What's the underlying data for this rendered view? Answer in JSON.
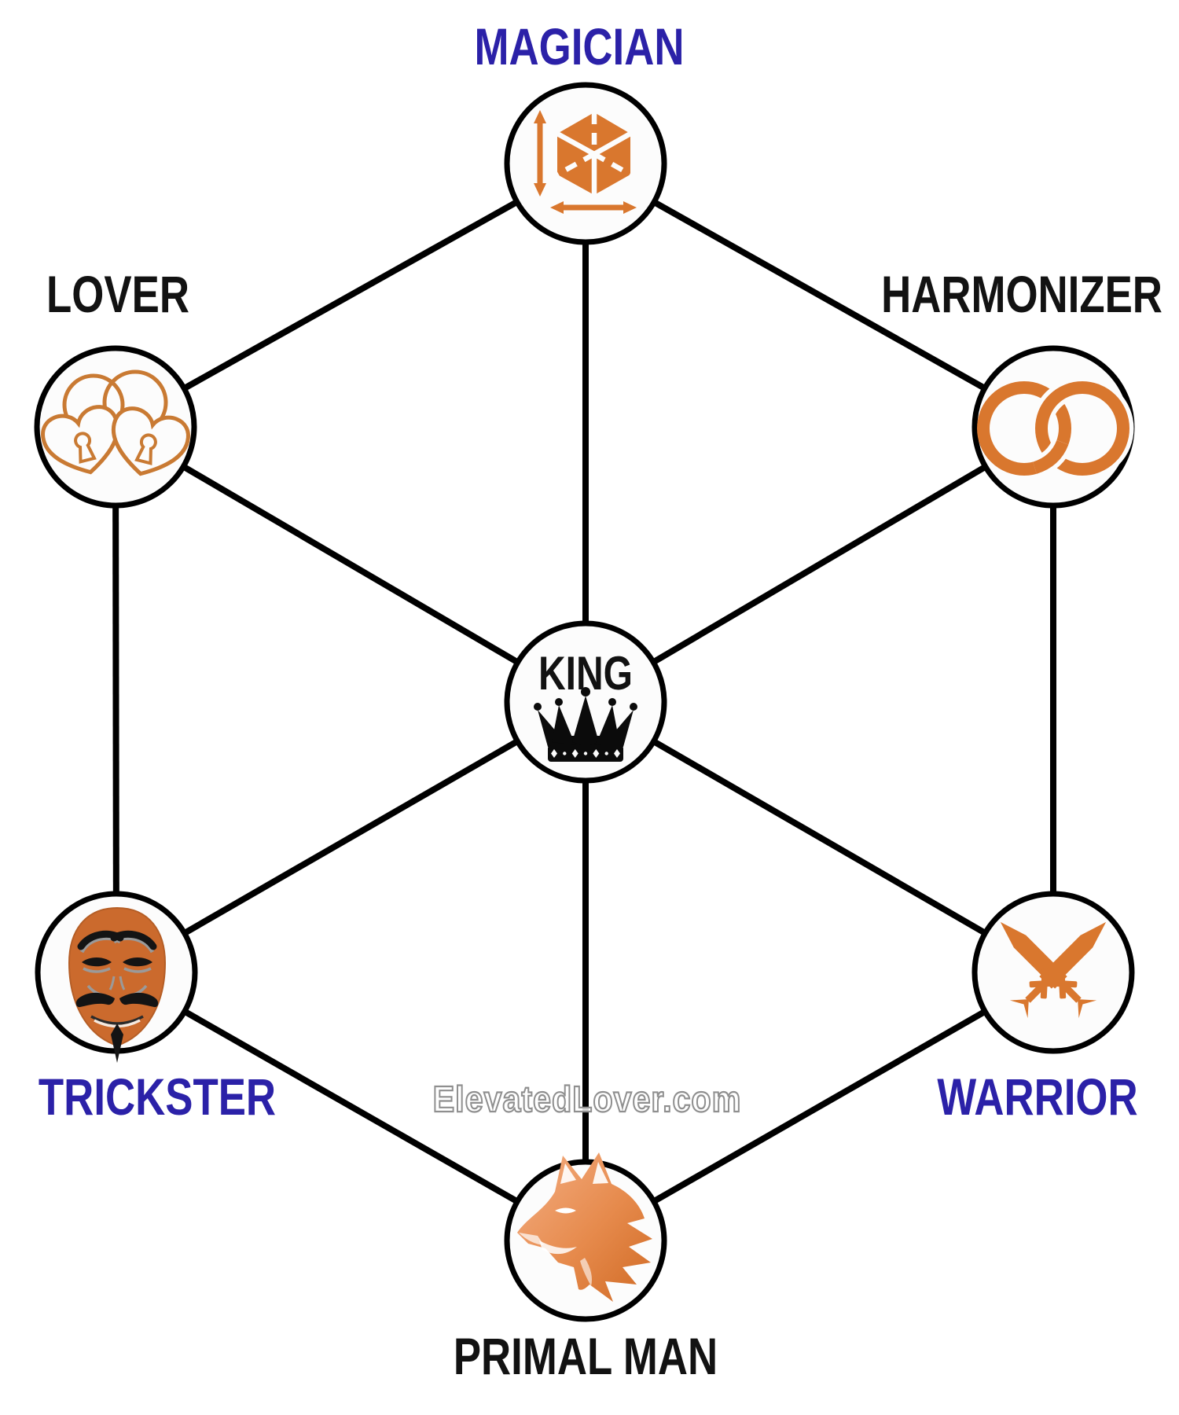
{
  "nodes": {
    "magician": {
      "label": "MAGICIAN",
      "color": "#2B21A8",
      "icon": "cube-dimensions-icon"
    },
    "lover": {
      "label": "LOVER",
      "color": "#121212",
      "icon": "heart-padlocks-icon"
    },
    "harmonizer": {
      "label": "HARMONIZER",
      "color": "#121212",
      "icon": "interlocked-rings-icon"
    },
    "king": {
      "label": "KING",
      "color": "#121212",
      "icon": "crown-icon"
    },
    "trickster": {
      "label": "TRICKSTER",
      "color": "#2B21A8",
      "icon": "guy-fawkes-mask-icon"
    },
    "warrior": {
      "label": "WARRIOR",
      "color": "#2B21A8",
      "icon": "crossed-swords-icon"
    },
    "primal_man": {
      "label": "PRIMAL MAN",
      "color": "#121212",
      "icon": "fox-head-icon"
    }
  },
  "edges": [
    [
      "magician",
      "lover"
    ],
    [
      "magician",
      "harmonizer"
    ],
    [
      "magician",
      "king"
    ],
    [
      "lover",
      "king"
    ],
    [
      "harmonizer",
      "king"
    ],
    [
      "lover",
      "trickster"
    ],
    [
      "harmonizer",
      "warrior"
    ],
    [
      "trickster",
      "king"
    ],
    [
      "warrior",
      "king"
    ],
    [
      "trickster",
      "primal_man"
    ],
    [
      "warrior",
      "primal_man"
    ],
    [
      "king",
      "primal_man"
    ]
  ],
  "watermark": {
    "text": "ElevatedLover.com"
  },
  "colors": {
    "label_blue": "#2B21A8",
    "label_black": "#121212",
    "line_black": "#000000",
    "icon_orange": "#D9772E",
    "mask_orange": "#CB6A2D",
    "node_fill": "#FCFCFC"
  }
}
